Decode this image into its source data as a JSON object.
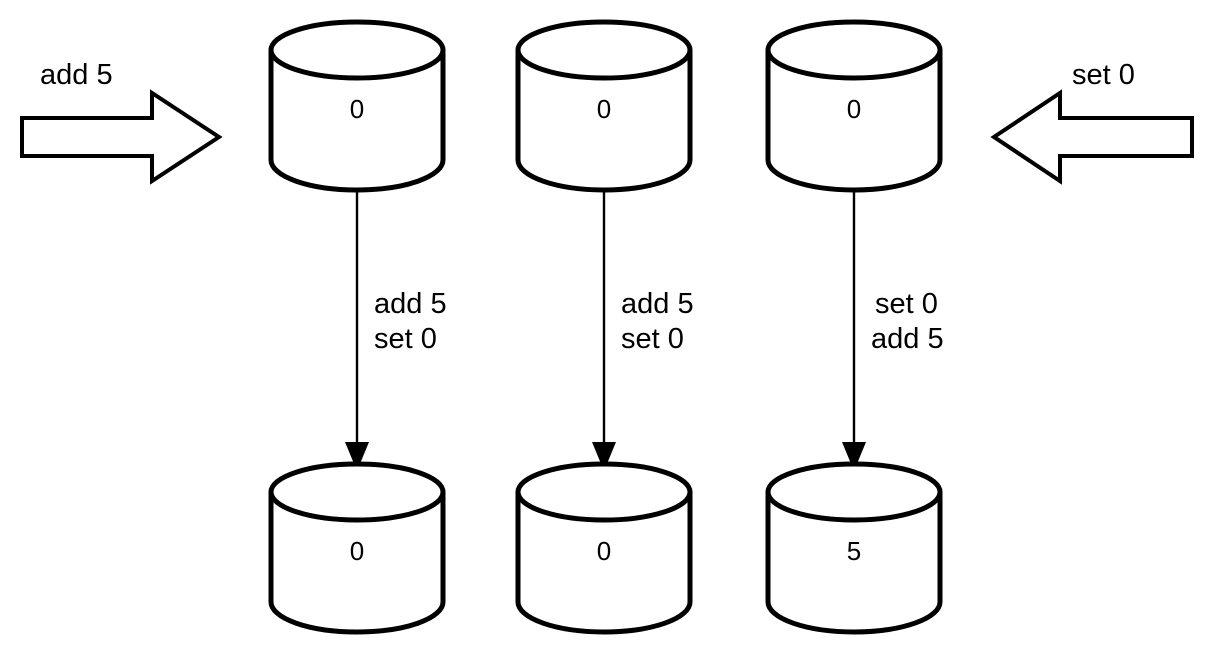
{
  "diagram": {
    "title": "replica-convergence-diagram",
    "background_color": "#ffffff",
    "stroke_color": "#000000",
    "external_ops": [
      {
        "id": "left-op",
        "label": "add 5",
        "direction": "right"
      },
      {
        "id": "right-op",
        "label": "set 0",
        "direction": "left"
      }
    ],
    "replicas": [
      {
        "id": "replica-1",
        "initial_value": "0",
        "apply_order": [
          "add 5",
          "set 0"
        ],
        "final_value": "0"
      },
      {
        "id": "replica-2",
        "initial_value": "0",
        "apply_order": [
          "add 5",
          "set 0"
        ],
        "final_value": "0"
      },
      {
        "id": "replica-3",
        "initial_value": "0",
        "apply_order": [
          "set 0",
          "add 5"
        ],
        "final_value": "5"
      }
    ]
  }
}
